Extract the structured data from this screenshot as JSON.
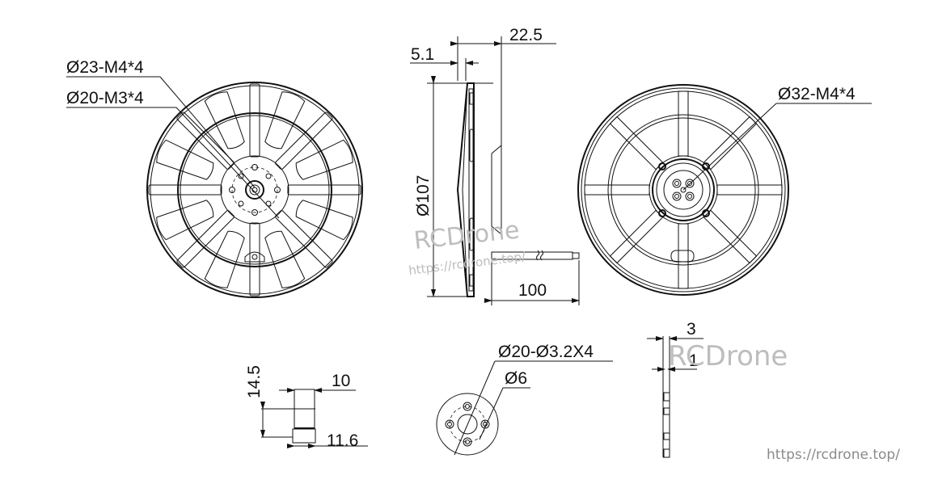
{
  "drawing": {
    "title": "Drone propeller / motor mount technical drawing",
    "background": "#ffffff",
    "line_color": "#111111"
  },
  "front_view": {
    "labels": {
      "pcd_m4": "Ø23-M4*4",
      "pcd_m3": "Ø20-M3*4"
    },
    "spokes": 8
  },
  "side_view": {
    "dimensions": {
      "width_total": "22.5",
      "width_small": "5.1",
      "diameter": "Ø107",
      "shaft_length": "100"
    }
  },
  "rear_view": {
    "labels": {
      "pcd": "Ø32-M4*4"
    },
    "spokes": 6
  },
  "shaft_detail": {
    "dimensions": {
      "height": "14.5",
      "inner_width": "10",
      "outer_width": "11.6"
    }
  },
  "adapter_plate": {
    "labels": {
      "holes": "Ø20-Ø3.2X4",
      "center_hole": "Ø6"
    }
  },
  "plate_section": {
    "dimensions": {
      "outer": "3",
      "inner": "1"
    }
  },
  "watermarks": {
    "brand_center": "RCDrone",
    "url_center": "https://rcdrone.top/",
    "brand_right": "RCDrone",
    "url_corner": "https://rcdrone.top/"
  }
}
